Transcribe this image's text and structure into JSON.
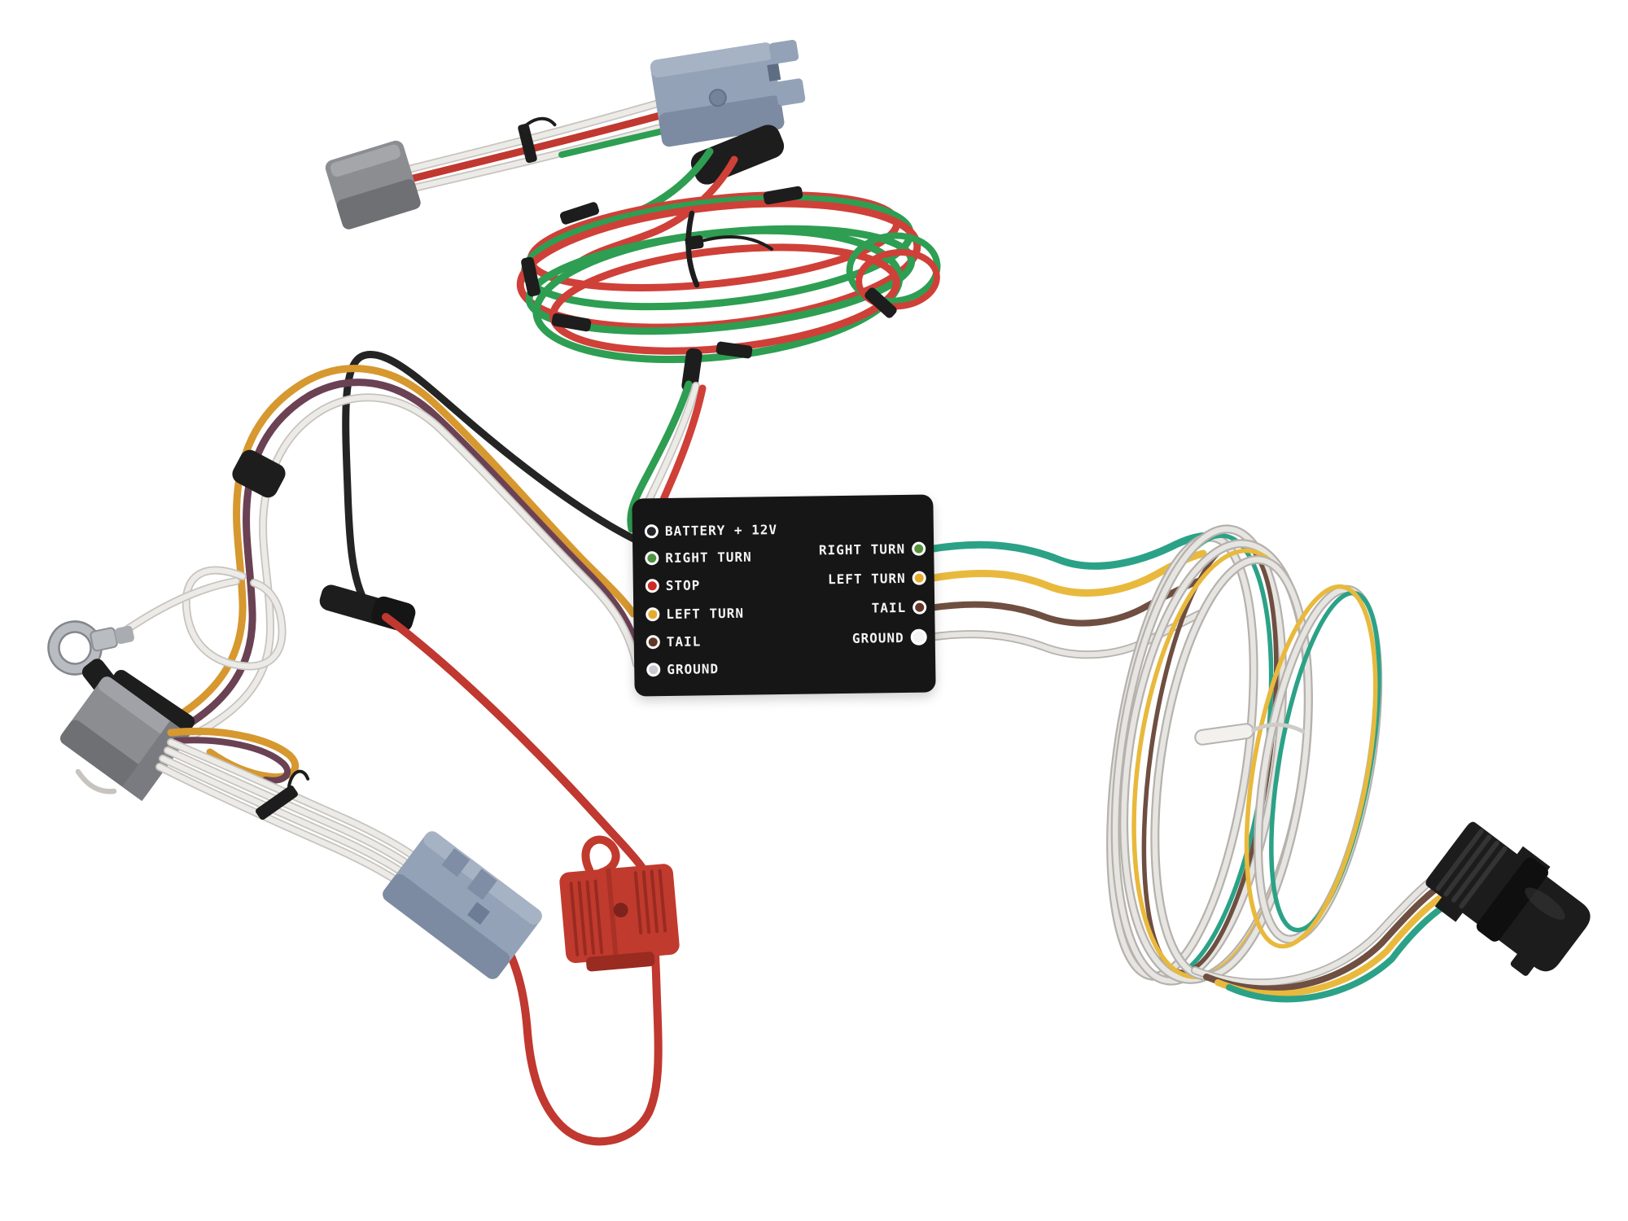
{
  "module": {
    "left_terminals": [
      {
        "label": "BATTERY + 12V",
        "led": "#26262b"
      },
      {
        "label": "RIGHT TURN",
        "led": "#4f9340"
      },
      {
        "label": "STOP",
        "led": "#cf2b22"
      },
      {
        "label": "LEFT TURN",
        "led": "#e6ab2e"
      },
      {
        "label": "TAIL",
        "led": "#5e3826"
      },
      {
        "label": "GROUND",
        "led": "#cdc7d1"
      }
    ],
    "right_terminals": [
      {
        "label": "RIGHT TURN",
        "led": "#55923d"
      },
      {
        "label": "LEFT TURN",
        "led": "#e6ab2e"
      },
      {
        "label": "TAIL",
        "led": "#66352a"
      },
      {
        "label": "GROUND",
        "led": "#f4f2f5"
      }
    ]
  },
  "colors": {
    "bg": "#ffffff",
    "module": "#161616",
    "module_text": "#f4f4f4",
    "led_ring": "#ffffff",
    "wire_white": "#edebe7",
    "wire_white_shade": "#c7c4bf",
    "flat_gray": "#b5b2ad",
    "flat_core": "#e7e5e1",
    "wire_red": "#c0382f",
    "wire_coil_red": "#cf4038",
    "wire_green": "#2e9e52",
    "wire_teal": "#2ba287",
    "wire_yellow": "#e8b93c",
    "wire_amber": "#d6982f",
    "wire_brown": "#6f4f41",
    "wire_maroon": "#6b4154",
    "wire_black": "#242424",
    "tape_black": "#1d1d1d",
    "connector_gray": "#8b8d91",
    "connector_gray_dark": "#6e7074",
    "connector_gray_light": "#a4a6aa",
    "connector_blue": "#93a2b6",
    "connector_blue_dark": "#74839a",
    "connector_blue_light": "#a9b5c6",
    "connector_black": "#1c1c1c",
    "fuse_red": "#c13a2e",
    "fuse_dark": "#992b21",
    "fuse_hole": "#7c241b",
    "terminal_silver": "#b9bcc1",
    "twist_tie": "#f2f1ee"
  }
}
